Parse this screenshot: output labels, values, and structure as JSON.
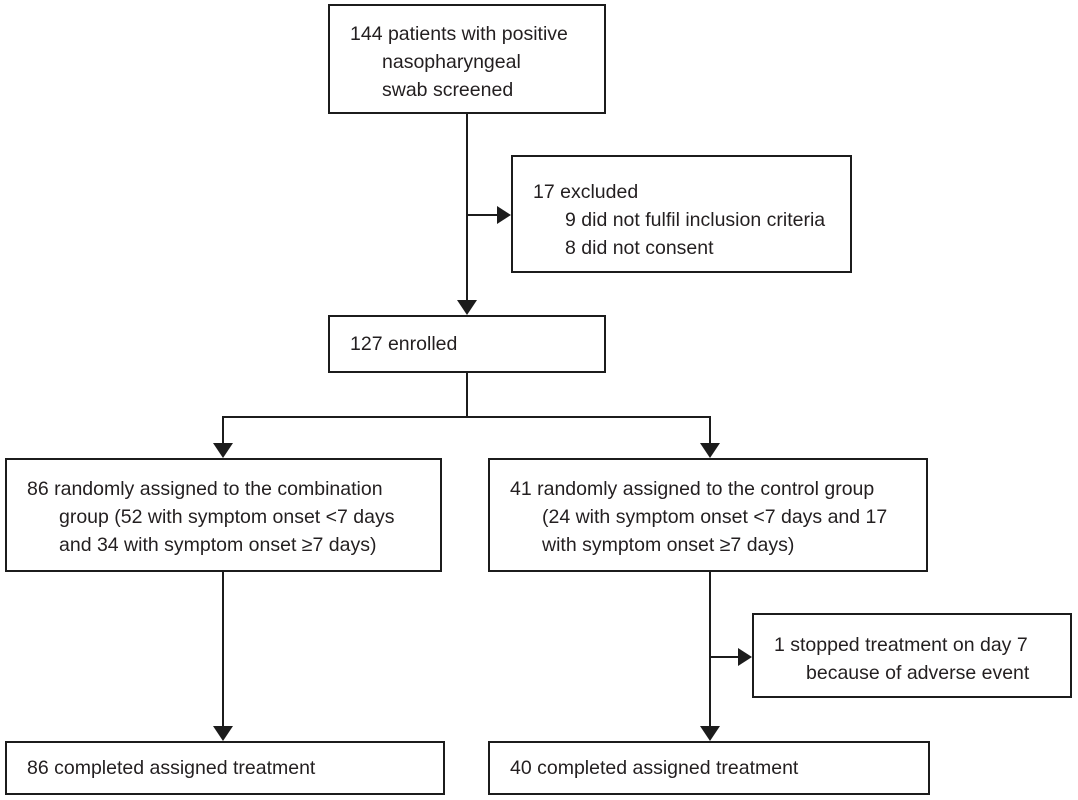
{
  "figure": {
    "type": "trial-profile-flow-diagram",
    "colors": {
      "line": "#1c1c1c",
      "text": "#231f20",
      "background": "#ffffff"
    }
  },
  "boxes": {
    "screened": {
      "lines": [
        "144 patients with positive",
        "nasopharyngeal",
        "swab screened"
      ]
    },
    "excluded": {
      "lines": [
        "17 excluded",
        "9 did not fulfil inclusion criteria",
        "8 did not consent"
      ]
    },
    "enrolled": {
      "lines": [
        "127 enrolled"
      ]
    },
    "combination": {
      "lines": [
        "86 randomly assigned to the combination",
        "group (52 with symptom onset <7 days",
        "and 34 with symptom onset ≥7 days)"
      ]
    },
    "control": {
      "lines": [
        "41 randomly assigned to the control group",
        "(24 with symptom onset <7 days and 17",
        "with symptom onset ≥7 days)"
      ]
    },
    "stopped": {
      "lines": [
        "1 stopped treatment on day 7",
        "because of adverse event"
      ]
    },
    "completed_combination": {
      "lines": [
        "86 completed assigned treatment"
      ]
    },
    "completed_control": {
      "lines": [
        "40 completed assigned treatment"
      ]
    }
  }
}
